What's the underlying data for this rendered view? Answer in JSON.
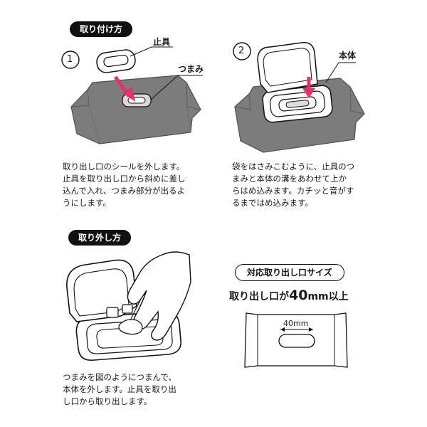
{
  "attach": {
    "title": "取り付け方",
    "step1": {
      "number": "1",
      "label_stopper": "止具",
      "label_tab": "つまみ",
      "lines": [
        "取り出し口のシールを外します。",
        "止具を取り出し口から斜めに差し",
        "込んで入れ、つまみ部分が出るよ",
        "うにします。"
      ]
    },
    "step2": {
      "number": "2",
      "label_body": "本体",
      "lines": [
        "袋をはさみこむように、止具のつ",
        "まみと本体の溝をあわせて上か",
        "らはめ込みます。カチッと音がす",
        "るまではめ込みます。"
      ]
    }
  },
  "remove": {
    "title": "取り外し方",
    "lines": [
      "つまみを図のようにつまんで、",
      "本体を外します。止具を取り出",
      "し口から取り出します。"
    ]
  },
  "size": {
    "title": "対応取り出し口サイズ",
    "requirement_prefix": "取り出し口が",
    "requirement_value": "40",
    "requirement_suffix": "mm以上",
    "dimension_label": "40mm"
  },
  "colors": {
    "package_fill": "#7c7c7c",
    "package_edge": "#5f5f5f",
    "arrow": "#e5306a",
    "line": "#111111"
  }
}
